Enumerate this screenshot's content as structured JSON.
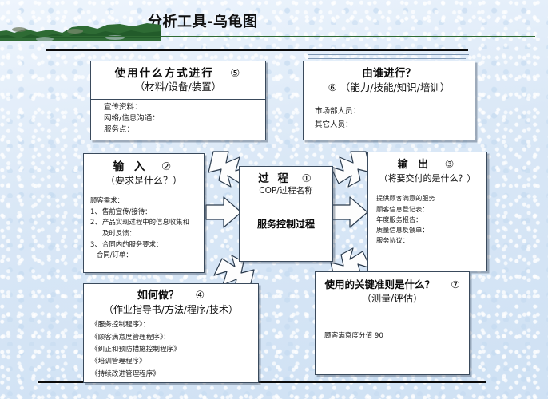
{
  "slide": {
    "title": "分析工具-乌龟图",
    "background_color": "#dbe8f6",
    "accent_color": "#2f6b33",
    "box_border_color": "#3a4a5c"
  },
  "boxes": {
    "method": {
      "heading": "使用什么方式进行",
      "marker": "⑤",
      "subtitle": "（材料/设备/装置）",
      "lines": [
        "宣传资料：",
        "网络/信息沟通：",
        "服务点："
      ]
    },
    "who": {
      "heading": "由谁进行？",
      "marker": "⑥",
      "subtitle": "（能力/技能/知识/培训）",
      "lines": [
        "市场部人员：",
        "其它人员："
      ]
    },
    "input": {
      "heading": "输 入",
      "marker": "②",
      "subtitle": "（要求是什么？）",
      "intro": "顾客需求：",
      "items": [
        {
          "num": "1、",
          "text": "售前宣传/接待："
        },
        {
          "num": "2、",
          "text": "产品实现过程中的信息收集和"
        },
        {
          "num": "",
          "text": "及时反馈："
        },
        {
          "num": "3、",
          "text": "合同内的服务要求："
        },
        {
          "num": "",
          "text": "合同/订单："
        }
      ]
    },
    "process": {
      "heading": "过 程",
      "marker": "①",
      "subtitle": "COP/过程名称",
      "name": "服务控制过程"
    },
    "output": {
      "heading": "输 出",
      "marker": "③",
      "subtitle": "（将要交付的是什么？）",
      "lines": [
        "提供顾客满意的服务",
        "顾客信息登记表：",
        "年度服务报告：",
        "质量信息反馈单：",
        "服务协议："
      ]
    },
    "how": {
      "heading": "如何做？",
      "marker": "④",
      "subtitle": "（作业指导书/方法/程序/技术）",
      "lines": [
        "《服务控制程序》：",
        "《顾客满意度管理程序》：",
        "《纠正和预防措施控制程序》",
        "《培训管理程序》",
        "《持续改进管理程序》"
      ]
    },
    "criteria": {
      "heading": "使用的关键准则是什么？",
      "marker": "⑦",
      "subtitle": "（测量/评估）",
      "lines": [
        "顾客满意度分值 90"
      ]
    }
  },
  "arrows": [
    {
      "name": "arrow-method-to-process",
      "direction": "down-right"
    },
    {
      "name": "arrow-who-to-process",
      "direction": "down-left"
    },
    {
      "name": "arrow-input-to-process",
      "direction": "right"
    },
    {
      "name": "arrow-process-to-output",
      "direction": "right"
    },
    {
      "name": "arrow-how-to-process",
      "direction": "up-right"
    },
    {
      "name": "arrow-criteria-to-process",
      "direction": "up-left"
    }
  ]
}
